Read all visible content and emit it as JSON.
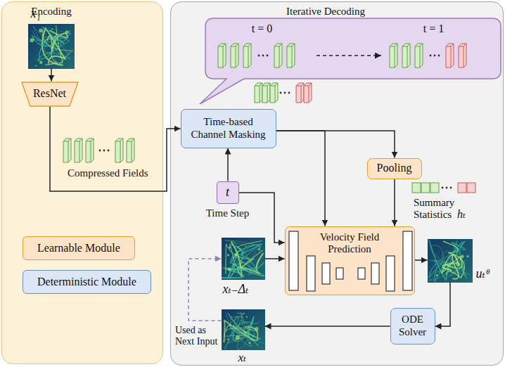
{
  "diagram": {
    "nodes": [
      {
        "text": [
          "Encoding"
        ]
      },
      {
        "text": [
          "x₁"
        ],
        "in": 0
      },
      {
        "text": [
          "ResNet"
        ],
        "in": 0
      },
      {
        "text": [
          "Iterative Decoding"
        ]
      },
      {
        "text": [
          "t = 0",
          "t = 1"
        ],
        "in": 3
      },
      {
        "text": [
          "Time-based Channel Masking"
        ],
        "in": 3
      },
      {
        "text": [
          "Pooling"
        ],
        "in": 3
      },
      {
        "text": [
          "t",
          "Time Step"
        ],
        "in": 3
      },
      {
        "text": [
          "Velocity Field Prediction"
        ],
        "in": 3
      },
      {
        "text": [
          "xₜ₋Δₜ"
        ],
        "in": 3
      },
      {
        "text": [
          "uₜᶿ"
        ],
        "in": 3
      },
      {
        "text": [
          "ODE Solver"
        ],
        "in": 3
      },
      {
        "text": [
          "xₜ"
        ],
        "in": 3
      }
    ],
    "edges": [
      {
        "from": 1,
        "to": 2,
        "arrow": "to"
      },
      {
        "from": 2,
        "to": 5,
        "arrow": "to"
      },
      {
        "from": 5,
        "to": 8,
        "arrow": "to"
      },
      {
        "from": 5,
        "to": 6,
        "arrow": "to"
      },
      {
        "from": 7,
        "to": 5,
        "arrow": "to"
      },
      {
        "from": 7,
        "to": 8,
        "arrow": "to"
      },
      {
        "from": 6,
        "to": 8,
        "arrow": "to"
      },
      {
        "from": 9,
        "to": 8,
        "arrow": "to"
      },
      {
        "from": 8,
        "to": 10,
        "arrow": "to"
      },
      {
        "from": 10,
        "to": 11,
        "arrow": "to"
      },
      {
        "from": 11,
        "to": 12,
        "arrow": "to"
      },
      {
        "from": 12,
        "to": 9,
        "label": "Used as Next Input",
        "arrow": "to"
      }
    ],
    "labels": [
      "Compressed Fields",
      "Summary Statistics",
      "hₜ"
    ],
    "legend": [
      {
        "text": "Learnable Module",
        "color": "#fde3c8"
      },
      {
        "text": "Deterministic Module",
        "color": "#dbe7f7"
      }
    ]
  }
}
